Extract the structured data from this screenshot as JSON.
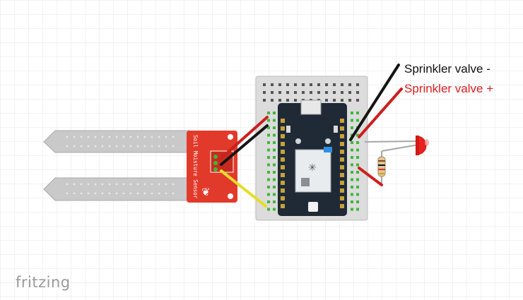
{
  "labels": {
    "valve_minus": "Sprinkler valve -",
    "valve_plus": "Sprinkler valve +"
  },
  "sensor": {
    "text": "Soil Moisture Sensor"
  },
  "app": {
    "logo": "fritzing"
  },
  "colors": {
    "grid": "#e6e6e6",
    "breadboard": "#dcdcdc",
    "board": "#1f2a36",
    "sensor": "#e23a2a",
    "probe": "#c9c9c9",
    "wire_red": "#cc1f1f",
    "wire_black": "#151515",
    "wire_yellow": "#e6dd2a",
    "led": "#e8231f",
    "label_minus": "#111111",
    "label_plus": "#d81e1e"
  }
}
